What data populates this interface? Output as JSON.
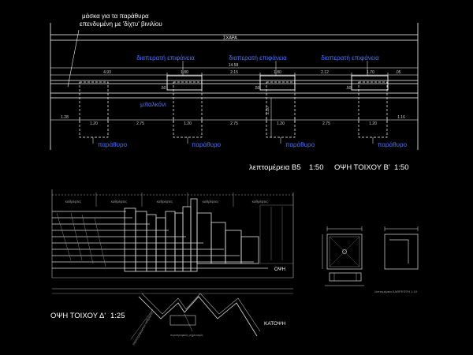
{
  "colors": {
    "background": "#000000",
    "line": "#ffffff",
    "grey": "#9a9a9a",
    "accent": "#4a74ff"
  },
  "top_elevation": {
    "mask_note_line1": "μάσκα για τα παράθυρα",
    "mask_note_line2": "επενδυμένη με 'δίχτυ' βινιλίου",
    "grille_label": "ΣΧΑΡΑ",
    "permeable_labels": [
      "διαπερατή επιφάνεια",
      "διαπερατή επιφάνεια",
      "διαπερατή επιφάνεια"
    ],
    "overall_dim": "14.58",
    "upper_dims": [
      "4.93",
      "1.80",
      "2.15",
      "1.80",
      "2.12",
      "1.70",
      ".05"
    ],
    "small_dims": [
      ".50",
      ".50",
      ".50"
    ],
    "lower_dims": [
      "1.28",
      "1.20",
      "2.75",
      "1.20",
      "2.75",
      "1.20",
      "2.75",
      "1.20",
      "1.16"
    ],
    "vertical_dim": "2.20",
    "balcony_label": "μπαλκόνι",
    "window_labels": [
      "παράθυρο",
      "παράθυρο",
      "παράθυρο",
      "παράθυρο"
    ],
    "detail_label": "λεπτομέρεια Β5",
    "detail_scale": "1:50",
    "view_title": "ΟΨΗ ΤΟΙΧΟΥ Β'",
    "view_scale": "1:50"
  },
  "bottom_left": {
    "column_labels": [
      "καθρέφτες",
      "καθρέφτες",
      "καθρέφτες",
      "καθρέφτες",
      "καθρέφτες"
    ],
    "view_tag": "ΟΨΗ",
    "view_title": "ΟΨΗ ΤΟΙΧΟΥ Δ'",
    "view_scale": "1:25",
    "plan_label": "ΚΑΤΟΨΗ",
    "plan_note_1": "περιστρεφόμενοι καθρέφτες",
    "plan_note_2": "περιστροφικός μηχανισμός"
  },
  "bottom_right": {
    "footer_note": "λεπτομέρεια ΚΑΘΡΕΦΤΗ 1:10"
  }
}
